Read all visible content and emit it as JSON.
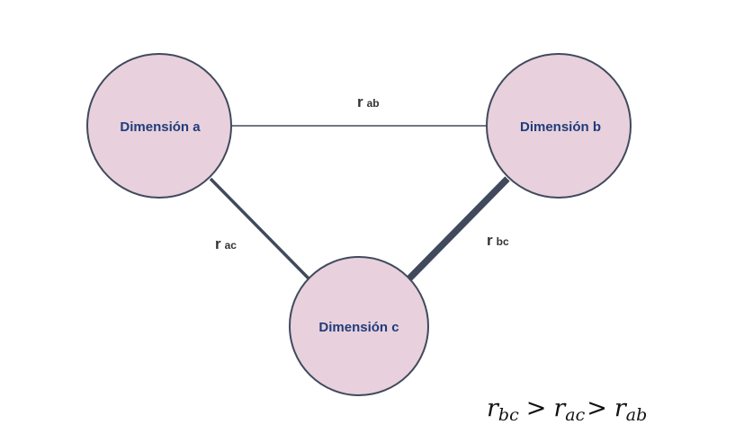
{
  "nodes": {
    "a": {
      "label": "Dimensión a"
    },
    "b": {
      "label": "Dimensión b"
    },
    "c": {
      "label": "Dimensión c"
    }
  },
  "edges": {
    "ab": {
      "r": "r",
      "sub": "ab",
      "strength": "weak"
    },
    "ac": {
      "r": "r",
      "sub": "ac",
      "strength": "medium"
    },
    "bc": {
      "r": "r",
      "sub": "bc",
      "strength": "strong"
    }
  },
  "formula": {
    "t1": "r",
    "s1": "bc",
    "op1": ">",
    "t2": "r",
    "s2": "ac",
    "op2": ">",
    "t3": "r",
    "s3": "ab"
  },
  "colors": {
    "node_fill": "#e8d0dd",
    "node_stroke": "#404a5c",
    "node_text": "#1f3d7a",
    "edge": "#404a5c"
  }
}
